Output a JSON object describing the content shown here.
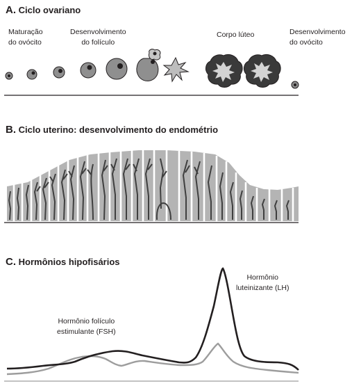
{
  "section_a": {
    "letter": "A.",
    "title": "Ciclo ovariano",
    "labels": {
      "maturation_1": "Maturação",
      "maturation_2": "do ovócito",
      "follicle_1": "Desenvolvimento",
      "follicle_2": "do folículo",
      "corpus": "Corpo lúteo",
      "oocyte_1": "Desenvolvimento",
      "oocyte_2": "do ovócito"
    }
  },
  "section_b": {
    "letter": "B.",
    "title": "Ciclo uterino: desenvolvimento do endométrio"
  },
  "section_c": {
    "letter": "C.",
    "title": "Hormônios hipofisários",
    "labels": {
      "fsh_1": "Hormônio folículo",
      "fsh_2": "estimulante (FSH)",
      "lh_1": "Hormônio",
      "lh_2": "luteinizante (LH)"
    }
  },
  "colors": {
    "lh_curve": "#231f20",
    "fsh_curve": "#9d9d9d",
    "follicle_fill": "#8f8f8f",
    "corpus_fill": "#3a3a3a",
    "endometrium_light": "#b4b4b4",
    "endometrium_dark": "#3f3f3f"
  }
}
